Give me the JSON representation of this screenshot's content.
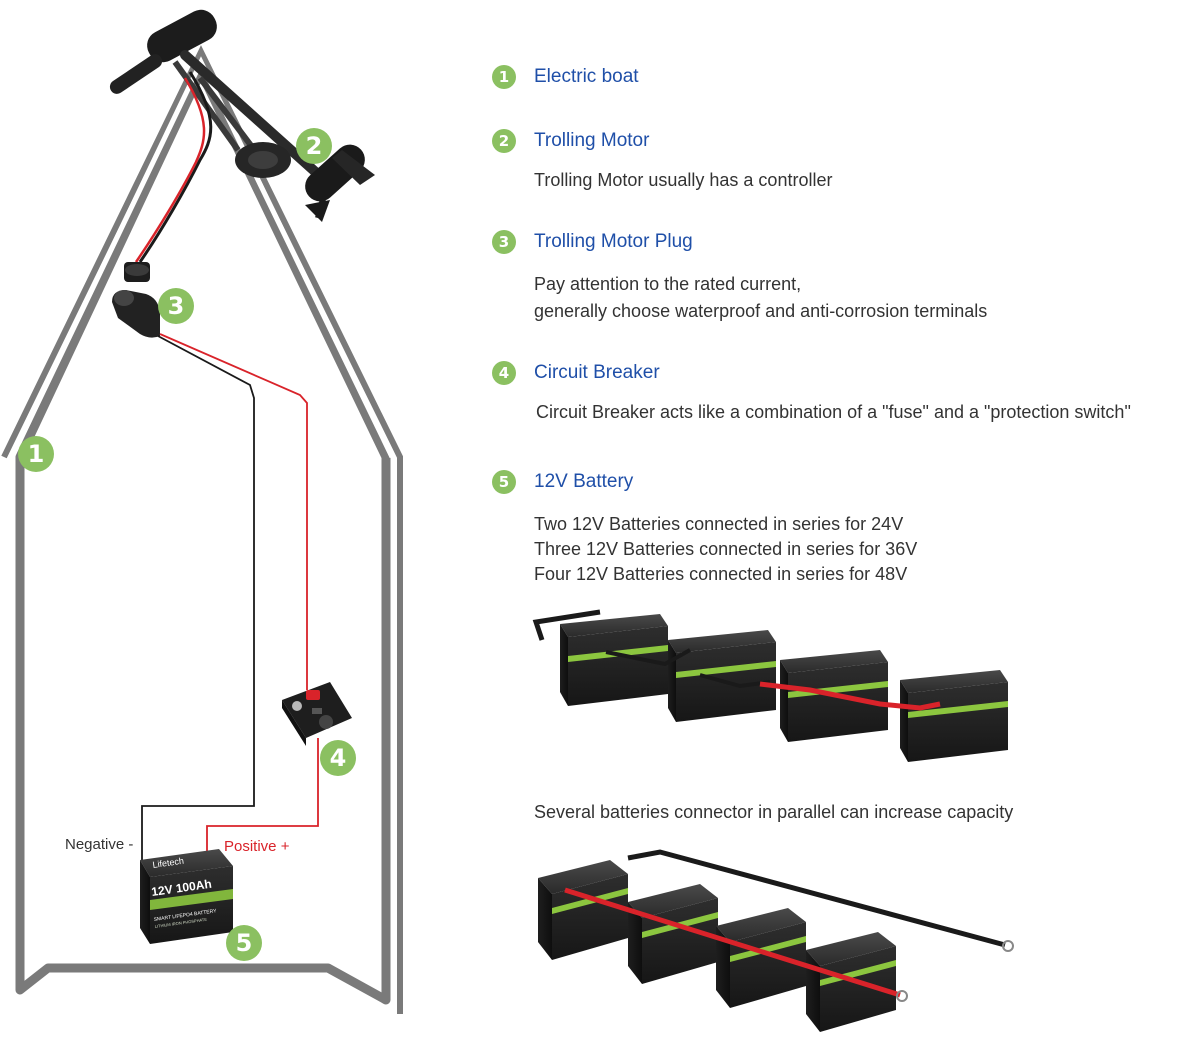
{
  "colors": {
    "badge": "#8bc061",
    "title": "#1f4fa8",
    "positive_wire": "#d9232a",
    "negative_wire": "#1a1a1a",
    "hull": "#7a7a7a",
    "battery_accent": "#8cc63f"
  },
  "badges": [
    "1",
    "2",
    "3",
    "4",
    "5"
  ],
  "legend": [
    {
      "num": "1",
      "title": "Electric boat",
      "desc": []
    },
    {
      "num": "2",
      "title": "Trolling Motor",
      "desc": [
        "Trolling Motor usually has a controller"
      ]
    },
    {
      "num": "3",
      "title": "Trolling Motor Plug",
      "desc": [
        "Pay attention to the rated current,",
        "generally choose waterproof and anti-corrosion terminals"
      ]
    },
    {
      "num": "4",
      "title": "Circuit Breaker",
      "desc": [
        "Circuit Breaker acts like a combination of a \"fuse\" and a \"protection switch\""
      ]
    },
    {
      "num": "5",
      "title": "12V Battery",
      "desc": [
        "Two 12V Batteries connected in series for 24V",
        "Three 12V Batteries connected in series for 36V",
        "Four 12V Batteries connected in series for 48V"
      ]
    }
  ],
  "wire_labels": {
    "negative": "Negative -",
    "positive": "Positive +"
  },
  "battery": {
    "brand": "Lifetech",
    "rating": "12V 100Ah",
    "rating_small": "12V 100Ah",
    "line1": "SMART LIFEPO4 BATTERY",
    "line2": "LITHIUM IRON PHOSPHATE"
  },
  "parallel_caption": "Several batteries connector in parallel can increase capacity"
}
